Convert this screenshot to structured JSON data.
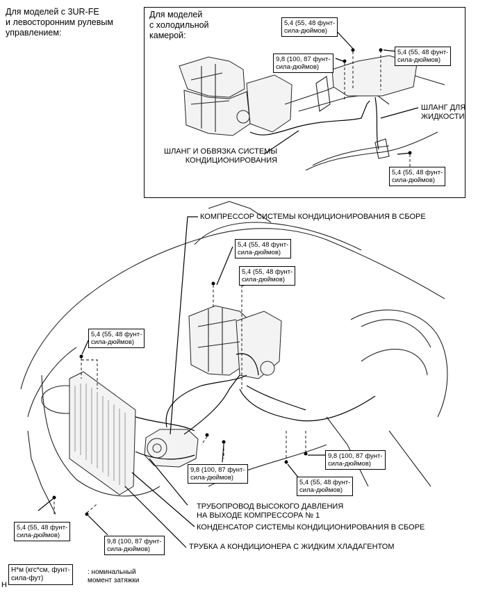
{
  "header_note": "Для моделей с 3UR-FE\nи левосторонним рулевым\nуправлением:",
  "inset": {
    "title": "Для моделей\nс холодильной\nкамерой:",
    "torque": [
      "5,4 (55, 48 фунт-\nсила-дюймов)",
      "5,4 (55, 48 фунт-\nсила-дюймов)",
      "9,8 (100, 87 фунт-\nсила-дюймов)",
      "5,4 (55, 48 фунт-\nсила-дюймов)"
    ],
    "label_liquid_hose": "ШЛАНГ ДЛЯ\nЖИДКОСТИ",
    "label_hose_pipe": "ШЛАНГ И ОБВЯЗКА СИСТЕМЫ\nКОНДИЦИОНИРОВАНИЯ"
  },
  "main": {
    "label_compressor": "КОМПРЕССОР СИСТЕМЫ КОНДИЦИОНИРОВАНИЯ В СБОРЕ",
    "label_discharge": "ТРУБОПРОВОД ВЫСОКОГО ДАВЛЕНИЯ\nНА ВЫХОДЕ КОМПРЕССОРА № 1",
    "label_condenser": "КОНДЕНСАТОР СИСТЕМЫ КОНДИЦИОНИРОВАНИЯ В СБОРЕ",
    "label_liquid_tube": "ТРУБКА А КОНДИЦИОНЕРА С ЖИДКИМ ХЛАДАГЕНТОМ",
    "torque": [
      "5,4 (55, 48 фунт-\nсила-дюймов)",
      "5,4 (55, 48 фунт-\nсила-дюймов)",
      "5,4 (55, 48 фунт-\nсила-дюймов)",
      "9,8 (100, 87 фунт-\nсила-дюймов)",
      "9,8 (100, 87 фунт-\nсила-дюймов)",
      "5,4 (55, 48 фунт-\nсила-дюймов)",
      "5,4 (55, 48 фунт-\nсила-дюймов)",
      "9,8 (100, 87 фунт-\nсила-дюймов)"
    ]
  },
  "legend": {
    "box": "Н*м (кгс*см, фунт-\nсила-фут)",
    "description": ": номинальный\nмомент затяжки"
  },
  "corner_mark": "H"
}
